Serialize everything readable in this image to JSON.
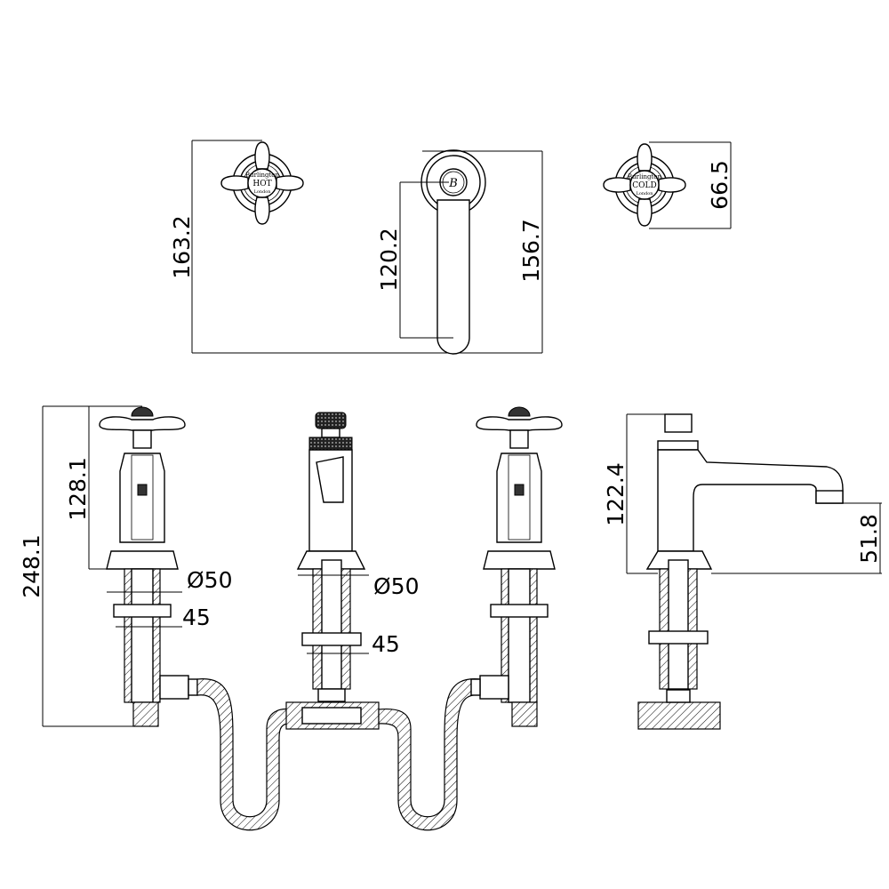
{
  "title": "Basin tap set technical drawing",
  "top_view": {
    "dim_overall_height": "163.2",
    "dim_spout_lever": "120.2",
    "dim_spout_height": "156.7",
    "dim_handle_diameter": "66.5",
    "hot_handle": {
      "brand": "Burlington",
      "label": "HOT",
      "city": "London"
    },
    "cold_handle": {
      "brand": "Burlington",
      "label": "COLD",
      "city": "London"
    },
    "spout_logo": "B"
  },
  "front_view": {
    "dim_total_height": "248.1",
    "dim_valve_height": "128.1",
    "left_diameter": "Ø50",
    "left_thread": "45",
    "center_diameter": "Ø50",
    "center_thread": "45"
  },
  "side_view": {
    "dim_height": "122.4",
    "dim_spout_outlet": "51.8"
  }
}
